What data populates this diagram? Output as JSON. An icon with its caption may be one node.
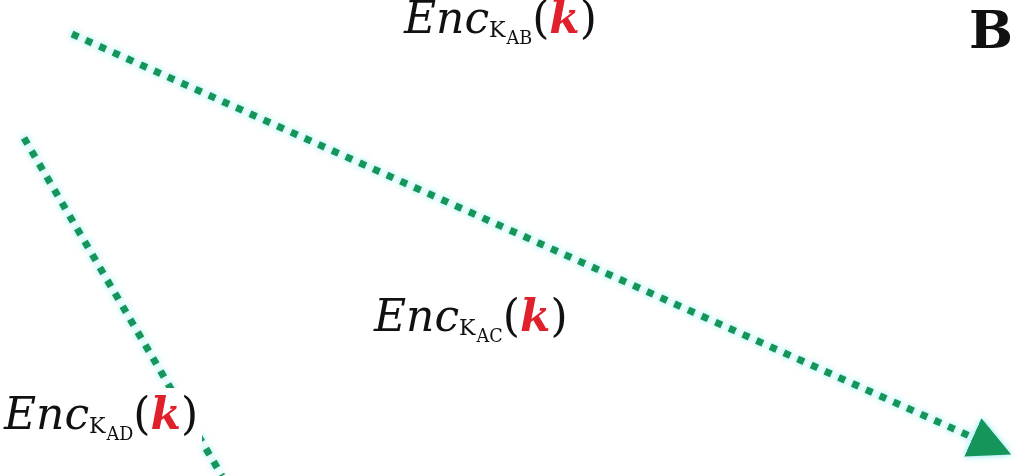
{
  "diagram": {
    "nodes": [
      {
        "text": [
          "B"
        ]
      }
    ],
    "labels": [
      "*Enc*$_{K}$$_{AB}$(**k**)",
      "*Enc*$_{K}$$_{AC}$(**k**)",
      "*Enc*$_{K}$$_{AD}$(**k**)"
    ]
  }
}
